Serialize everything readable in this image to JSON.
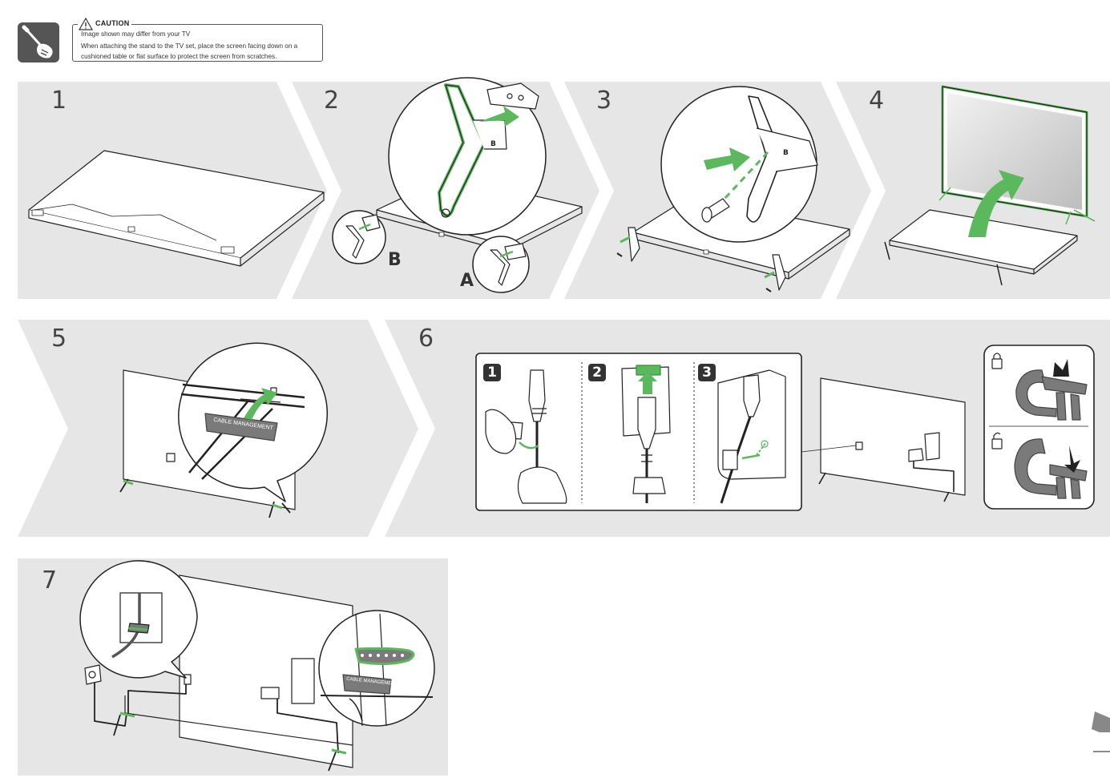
{
  "caution": {
    "title": "CAUTION",
    "lines": [
      "Image shown may differ from your TV",
      "When attaching the stand to the TV set, place the screen facing down on a",
      "cushioned table or flat surface to protect the screen from scratches."
    ]
  },
  "steps": [
    "1",
    "2",
    "3",
    "4",
    "5",
    "6",
    "7"
  ],
  "stand_labels": {
    "a": "A",
    "b": "B",
    "small_b": "B"
  },
  "substeps": [
    "1",
    "2",
    "3"
  ],
  "cable_management_label": "CABLE MANAGEMENT",
  "icons": {
    "tool": "screwdriver-hand-icon",
    "warning": "warning-triangle-icon",
    "lock": "lock-icon",
    "unlock": "unlock-icon"
  },
  "colors": {
    "accent_green": "#5cb85c",
    "panel_gray": "#e6e6e6",
    "line": "#222222"
  }
}
